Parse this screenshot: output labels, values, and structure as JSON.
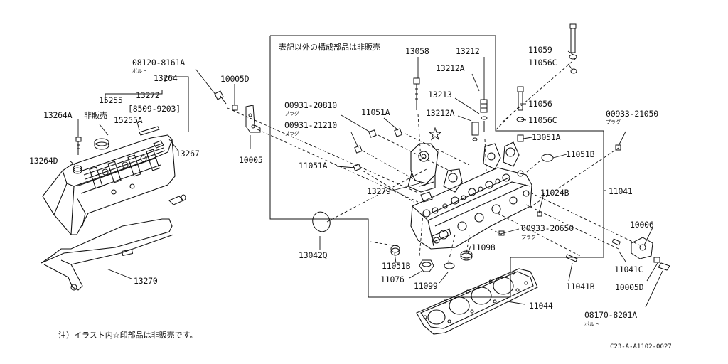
{
  "header_note": "表記以外の構成部品は非販売",
  "footer_note": "注）イラスト内☆印部品は非販売です。",
  "diagram_code": "C23-A-A1102-0027",
  "labels": {
    "p08120_8161A": "08120-8161A",
    "bolt_1": "ボルト",
    "p13264": "13264",
    "p13272": "13272",
    "p13272_range": "[8509-9203]",
    "p15255": "15255",
    "not_sold": "非販売",
    "p15255A": "15255A",
    "p13264A": "13264A",
    "p13264D": "13264D",
    "p13267": "13267",
    "p13270": "13270",
    "p10005D": "10005D",
    "p10005": "10005",
    "p13058": "13058",
    "p13212": "13212",
    "p13212A_top": "13212A",
    "p13213": "13213",
    "p13212A_mid": "13212A",
    "p00931_20810": "00931-20810",
    "plug_1": "プラグ",
    "p00931_21210": "00931-21210",
    "plug_2": "プラグ",
    "p11051A_top": "11051A",
    "p11051A_left": "11051A",
    "p13279": "13279",
    "p13042Q": "13042Q",
    "p11051B_bottom": "11051B",
    "p11076": "11076",
    "p11099": "11099",
    "p11098": "11098",
    "p00933_20650": "00933-20650",
    "plug_3": "プラグ",
    "p11059": "11059",
    "p11056C_top": "11056C",
    "p11056": "11056",
    "p11056C_mid": "11056C",
    "p13051A": "13051A",
    "p11051B_right": "11051B",
    "p00933_21050": "00933-21050",
    "plug_4": "プラグ",
    "p11024B": "11024B",
    "p11041": "11041",
    "p10006": "10006",
    "p11041C": "11041C",
    "p10005D_bottom": "10005D",
    "p11041B": "11041B",
    "p11044": "11044",
    "p08170_8201A": "08170-8201A",
    "bolt_2": "ボルト"
  }
}
